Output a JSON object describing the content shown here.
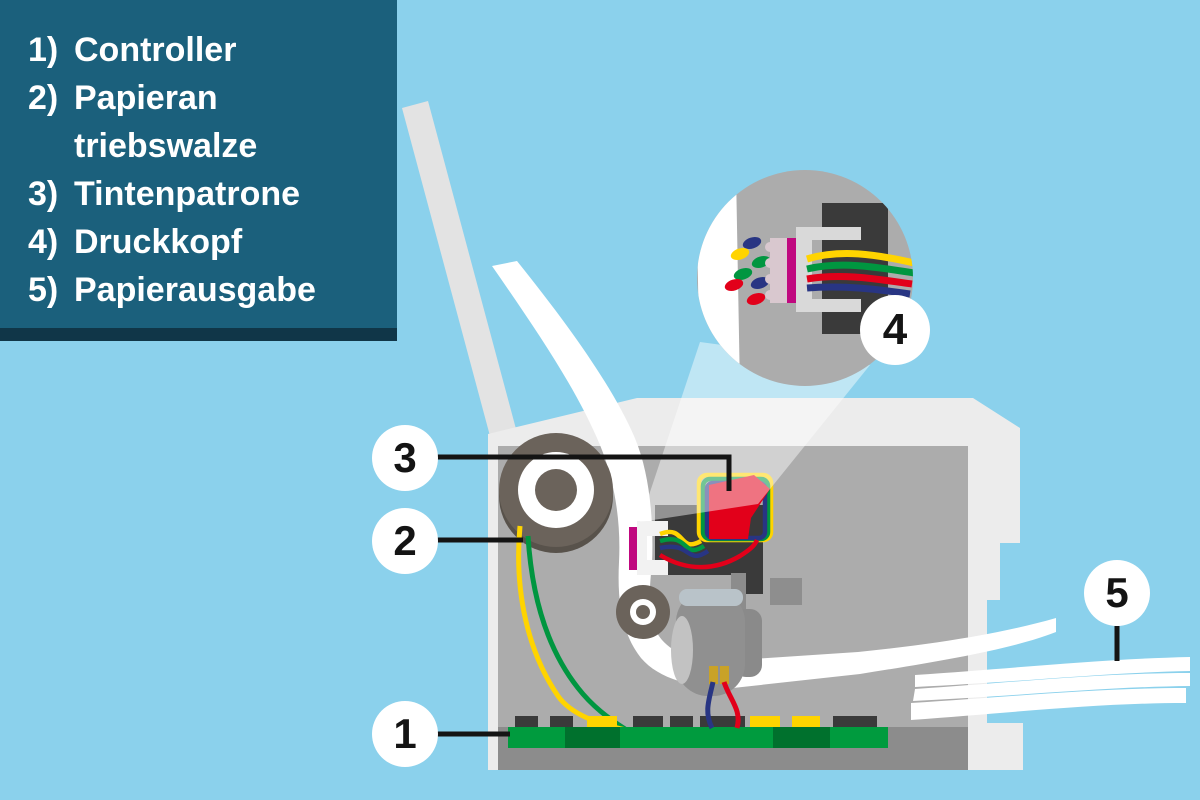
{
  "legend": {
    "items": [
      {
        "num": "1)",
        "label": "Controller"
      },
      {
        "num": "2)",
        "label": "Papieran"
      },
      {
        "num": "",
        "label": "triebswalze"
      },
      {
        "num": "3)",
        "label": "Tintenpatrone"
      },
      {
        "num": "4)",
        "label": "Druckkopf"
      },
      {
        "num": "5)",
        "label": "Papierausgabe"
      }
    ]
  },
  "callouts": [
    {
      "number": "1",
      "part": "controller-board"
    },
    {
      "number": "2",
      "part": "paper-feed-roller"
    },
    {
      "number": "3",
      "part": "ink-cartridge"
    },
    {
      "number": "4",
      "part": "print-head-magnified"
    },
    {
      "number": "5",
      "part": "paper-output"
    }
  ],
  "colors": {
    "background": "#8bd1ec",
    "legend_bg": "#1b607c",
    "legend_shadow": "#103648",
    "legend_text": "#ffffff",
    "printer_body": "#ececec",
    "printer_lid": "#e3e3e3",
    "interior_panel": "#acacac",
    "interior_floor": "#8c8c8c",
    "roller": "#6b635b",
    "dark_block": "#3a3a3a",
    "ink_red": "#e2001a",
    "wire_yellow": "#ffd400",
    "wire_green": "#009640",
    "wire_blue": "#283583",
    "board_green": "#009b3e",
    "board_green_dark": "#00712d",
    "connector_magenta": "#c0087f",
    "motor_gray": "#909090",
    "paper": "#ffffff",
    "leader_line": "#141414"
  }
}
